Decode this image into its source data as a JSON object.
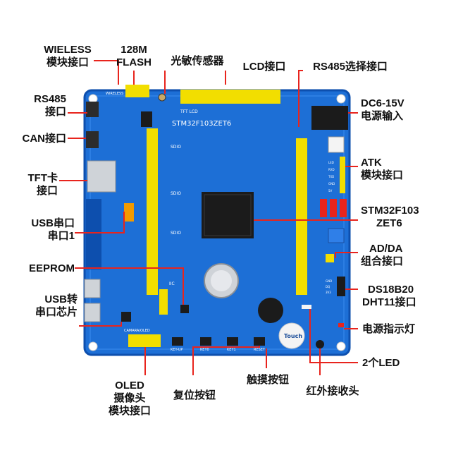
{
  "labels": {
    "wireless": [
      "WIELESS",
      "模块接口"
    ],
    "flash": [
      "128M",
      "FLASH"
    ],
    "light_sensor": [
      "光敏传感器"
    ],
    "lcd": [
      "LCD接口"
    ],
    "rs485_select": [
      "RS485选择接口"
    ],
    "rs485": [
      "RS485",
      "接口"
    ],
    "dc_power": [
      "DC6-15V",
      "电源输入"
    ],
    "can": [
      "CAN接口"
    ],
    "tft_card": [
      "TFT卡",
      "接口"
    ],
    "atk": [
      "ATK",
      "模块接口"
    ],
    "usb_serial": [
      "USB串口",
      "串口1"
    ],
    "mcu": [
      "STM32F103",
      "ZET6"
    ],
    "ad_da": [
      "AD/DA",
      "组合接口"
    ],
    "eeprom": [
      "EEPROM"
    ],
    "ds18b20": [
      "DS18B20",
      "DHT11接口"
    ],
    "usb_chip": [
      "USB转",
      "串口芯片"
    ],
    "power_led": [
      "电源指示灯"
    ],
    "two_led": [
      "2个LED"
    ],
    "oled": [
      "OLED",
      "摄像头",
      "模块接口"
    ],
    "reset": [
      "复位按钮"
    ],
    "touch": [
      "触摸按钮"
    ],
    "ir": [
      "红外接收头"
    ]
  },
  "board": {
    "silk_title": "STM32F103ZET6",
    "silk_sdio": "SDIO",
    "silk_iic": "IIC",
    "silk_tft": "TFT LCD",
    "silk_wireless": "WIRELESS",
    "silk_camera": "CAMARA/OLED",
    "silk_keys": [
      "KEY-UP",
      "KEY0",
      "KEY1",
      "RESET"
    ],
    "silk_touch": "Touch",
    "silk_atk": [
      "LED",
      "RXD",
      "TXD",
      "GND",
      "5V"
    ],
    "silk_ds": [
      "GND",
      "DQ",
      "3V3"
    ]
  },
  "colors": {
    "board": "#1d6fd6",
    "board_dark": "#0d4fae",
    "header": "#f2de00",
    "callout": "#e8241d",
    "chip": "#1b1b1b"
  }
}
